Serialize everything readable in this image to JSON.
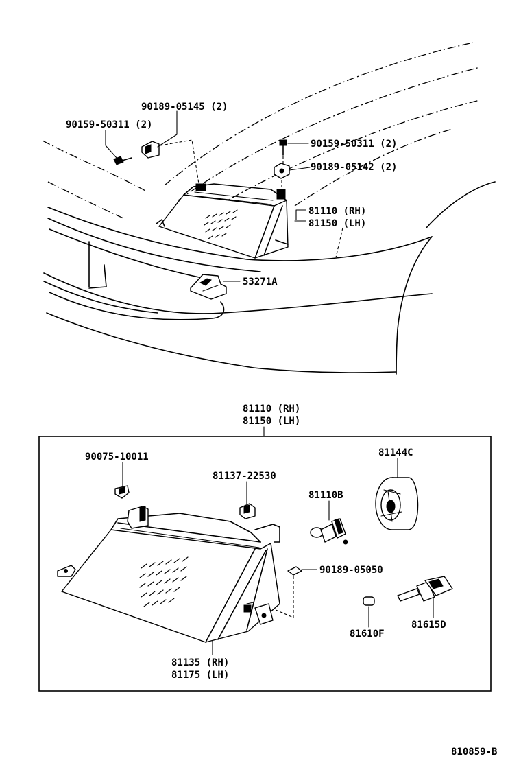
{
  "upper_callouts": {
    "screw_left": "90159-50311 (2)",
    "clip_left": "90189-05145 (2)",
    "screw_right": "90159-50311 (2)",
    "clip_right": "90189-05142 (2)",
    "headlamp_rh": "81110 (RH)",
    "headlamp_lh": "81150 (LH)",
    "bracket": "53271A"
  },
  "assembly": {
    "title_rh": "81110 (RH)",
    "title_lh": "81150 (LH)"
  },
  "lower_callouts": {
    "screw_top": "90075-10011",
    "clip_mid": "81137-22530",
    "bulb_main": "81110B",
    "cover": "81144C",
    "clip_small": "90189-05050",
    "lens_rh": "81135 (RH)",
    "lens_lh": "81175 (LH)",
    "small_bulb": "81610F",
    "socket": "81615D"
  },
  "diagram_id": "810859-B"
}
